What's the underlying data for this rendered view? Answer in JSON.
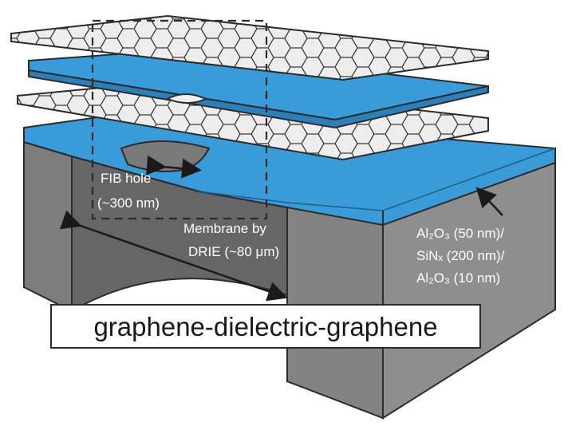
{
  "labels": {
    "fib_hole_line1": "FIB hole",
    "fib_hole_line2": "(~300 nm)",
    "membrane_line1": "Membrane by",
    "membrane_line2": "DRIE (~80 μm)",
    "stack_line1": "Al₂O₃ (50 nm)/",
    "stack_line2": "SiNₓ (200 nm)/",
    "stack_line3": "Al₂O₃ (10 nm)"
  },
  "caption": "graphene-dielectric-graphene",
  "colors": {
    "dielectric_blue": "#3a9bd9",
    "substrate_gray": "#8a8a8a",
    "graphene_fill": "#eeeeee",
    "outline": "#2b2b2b"
  }
}
